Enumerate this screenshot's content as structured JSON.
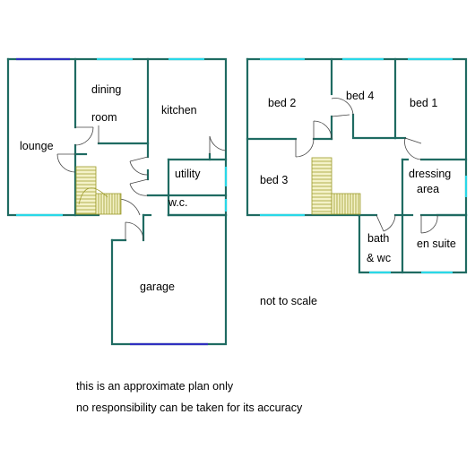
{
  "ground_floor": {
    "rooms": {
      "lounge": "lounge",
      "dining_line1": "dining",
      "dining_line2": "room",
      "kitchen": "kitchen",
      "utility": "utility",
      "wc": "w.c.",
      "garage": "garage"
    }
  },
  "first_floor": {
    "rooms": {
      "bed2": "bed 2",
      "bed4": "bed 4",
      "bed1": "bed 1",
      "bed3": "bed 3",
      "dressing_line1": "dressing",
      "dressing_line2": "area",
      "bath_line1": "bath",
      "bath_line2": "& wc",
      "en_suite": "en suite"
    }
  },
  "notes": {
    "scale": "not to scale",
    "disclaimer_line1": "this is an approximate plan only",
    "disclaimer_line2": "no responsibility can be taken for its accuracy"
  },
  "colors": {
    "wall": "#1f6b62",
    "window": "#29d8e8",
    "window_front": "#3030c0",
    "stairs": "#9c9a2a"
  }
}
